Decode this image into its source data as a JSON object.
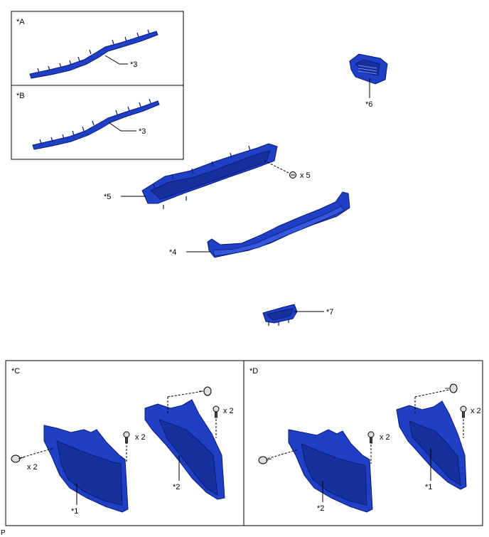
{
  "labels": {
    "panel_a": "*A",
    "panel_b": "*B",
    "panel_c": "*C",
    "panel_d": "*D",
    "callout_3a": "*3",
    "callout_3b": "*3",
    "callout_4": "*4",
    "callout_5": "*5",
    "callout_6": "*6",
    "callout_7": "*7",
    "callout_c1": "*1",
    "callout_c2": "*2",
    "callout_d1": "*1",
    "callout_d2": "*2"
  },
  "quantities": {
    "clips_5": "x 5",
    "c_left_clip": "x 2",
    "c_left_screw": "x 2",
    "c_right_screw": "x 2",
    "d_left_screw": "x 2",
    "d_right_screw": "x 2"
  },
  "footer_code": "P",
  "colors": {
    "part_fill": "#1f3fc4",
    "part_stroke": "#0a1c7a"
  }
}
